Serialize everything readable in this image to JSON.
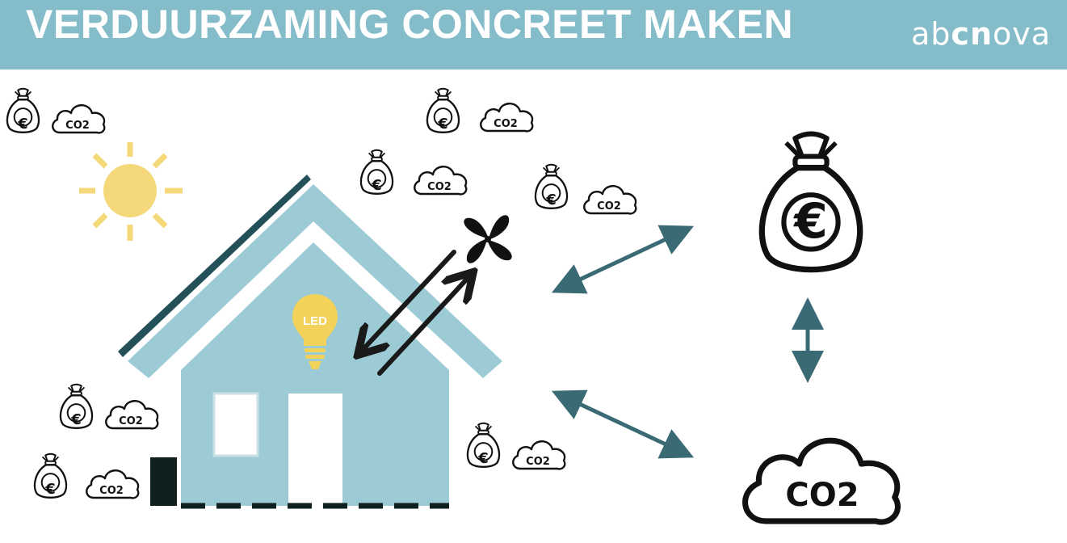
{
  "header": {
    "title": "VERDUURZAMING CONCREET MAKEN",
    "logo_prefix": "ab",
    "logo_accent": "cn",
    "logo_suffix": "ova"
  },
  "labels": {
    "co2": "CO2",
    "euro": "€",
    "led": "LED"
  },
  "colors": {
    "header_bg": "#84bcc9",
    "house": "#9ccbd6",
    "arrow_teal": "#3a6b74",
    "sun": "#f4d87a",
    "led_bulb": "#f2d25a",
    "roof_stripe": "#24505a"
  },
  "icons": [
    "money-bag-icon",
    "co2-cloud-icon",
    "sun-icon",
    "fan-icon",
    "led-bulb-icon",
    "house-icon",
    "double-arrow-icon"
  ]
}
